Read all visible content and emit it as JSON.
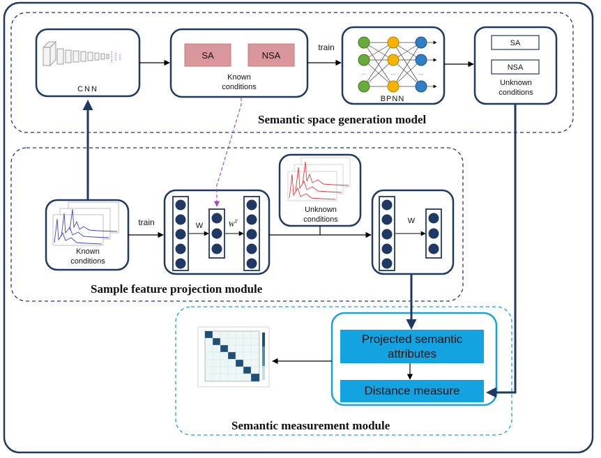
{
  "modules": {
    "semantic_space": "Semantic space generation model",
    "sample_projection": "Sample feature projection module",
    "semantic_measurement": "Semantic measurement module"
  },
  "top_row": {
    "cnn_label": "CNN",
    "sa_label": "SA",
    "nsa_label": "NSA",
    "known_conditions_label": "Known\nconditions",
    "train_label": "train",
    "bpnn_label": "BPNN",
    "unknown_sa_label": "SA",
    "unknown_nsa_label": "NSA",
    "unknown_conditions_label": "Unknown\nconditions"
  },
  "middle_row": {
    "known_conditions_label": "Known\nconditions",
    "train_label": "train",
    "w_label": "W",
    "wt_label": "W",
    "wt_superscript": "T",
    "unknown_conditions_label": "Unknown\nconditions",
    "w2_label": "W"
  },
  "bottom_row": {
    "projected_label": "Projected semantic\nattributes",
    "distance_label": "Distance measure"
  },
  "colors": {
    "frame": "#1f3864",
    "box_border": "#1f3864",
    "node_fill": "#1f3864",
    "sa_fill": "#d9979b",
    "highlight_blue": "#12a3e0",
    "dashed_purple": "#9b4fc6",
    "arrow": "#000000",
    "thick_arrow": "#1f3864",
    "bpnn_input": "#6aaa3a",
    "bpnn_hidden": "#f6b400",
    "bpnn_output": "#2f7fc4",
    "known_signal": "#3a46c6",
    "unknown_signal": "#e03a3a"
  }
}
